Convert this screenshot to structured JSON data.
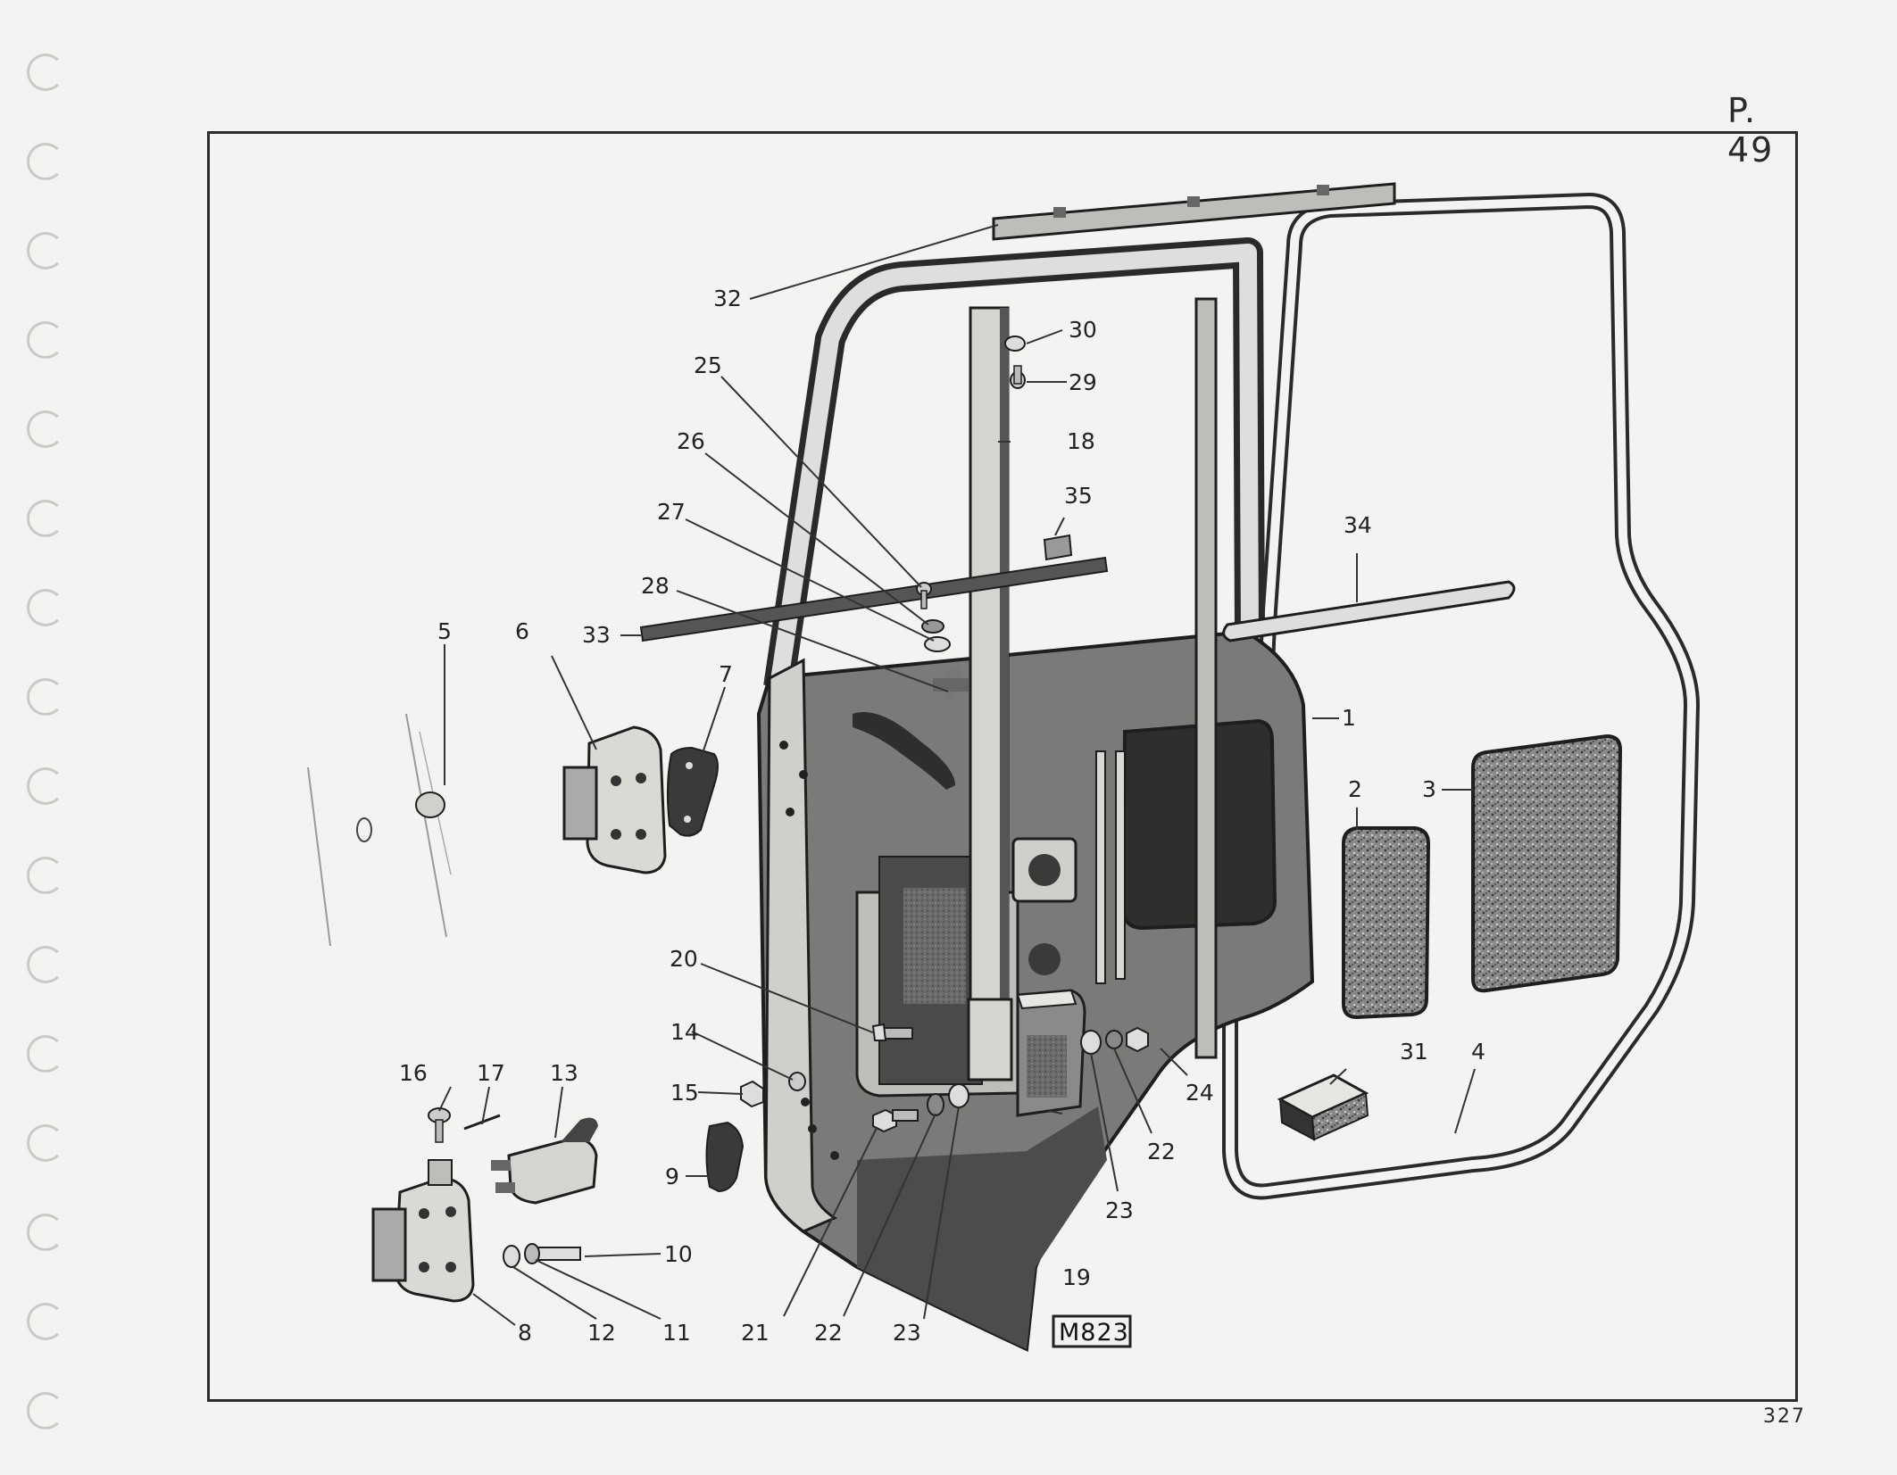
{
  "page_ref": "P. 49",
  "page_number": "327",
  "figure_code": "M823",
  "callouts": [
    {
      "id": "c1",
      "text": "1"
    },
    {
      "id": "c2",
      "text": "2"
    },
    {
      "id": "c3",
      "text": "3"
    },
    {
      "id": "c4",
      "text": "4"
    },
    {
      "id": "c5",
      "text": "5"
    },
    {
      "id": "c6",
      "text": "6"
    },
    {
      "id": "c7",
      "text": "7"
    },
    {
      "id": "c8",
      "text": "8"
    },
    {
      "id": "c9",
      "text": "9"
    },
    {
      "id": "c10",
      "text": "10"
    },
    {
      "id": "c11",
      "text": "11"
    },
    {
      "id": "c12",
      "text": "12"
    },
    {
      "id": "c13",
      "text": "13"
    },
    {
      "id": "c14",
      "text": "14"
    },
    {
      "id": "c15",
      "text": "15"
    },
    {
      "id": "c16",
      "text": "16"
    },
    {
      "id": "c17",
      "text": "17"
    },
    {
      "id": "c18",
      "text": "18"
    },
    {
      "id": "c19",
      "text": "19"
    },
    {
      "id": "c20",
      "text": "20"
    },
    {
      "id": "c21",
      "text": "21"
    },
    {
      "id": "c22a",
      "text": "22"
    },
    {
      "id": "c22b",
      "text": "22"
    },
    {
      "id": "c23a",
      "text": "23"
    },
    {
      "id": "c23b",
      "text": "23"
    },
    {
      "id": "c24",
      "text": "24"
    },
    {
      "id": "c25",
      "text": "25"
    },
    {
      "id": "c26",
      "text": "26"
    },
    {
      "id": "c27",
      "text": "27"
    },
    {
      "id": "c28",
      "text": "28"
    },
    {
      "id": "c29",
      "text": "29"
    },
    {
      "id": "c30",
      "text": "30"
    },
    {
      "id": "c31",
      "text": "31"
    },
    {
      "id": "c32",
      "text": "32"
    },
    {
      "id": "c33",
      "text": "33"
    },
    {
      "id": "c34",
      "text": "34"
    },
    {
      "id": "c35",
      "text": "35"
    }
  ],
  "colors": {
    "paper": "#f3f3f1",
    "ink": "#1e1e1e",
    "panel_dark": "#5a5a58",
    "texture": "#707070"
  }
}
